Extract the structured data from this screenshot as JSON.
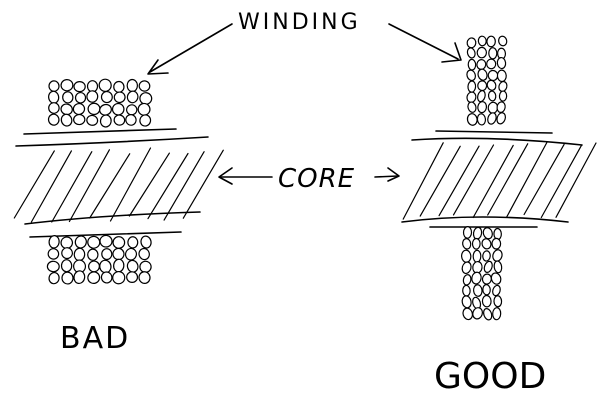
{
  "diagram": {
    "type": "hand-drawn comparison",
    "labels": {
      "winding": "WINDING",
      "core": "CORE",
      "bad": "BAD",
      "good": "GOOD"
    },
    "panels": [
      {
        "name": "bad",
        "caption": "BAD",
        "winding_shape": "wide and short",
        "winding_rows_above_core": 4,
        "winding_cols_above_core": 8,
        "winding_rows_below_core": 4,
        "winding_cols_below_core": 8
      },
      {
        "name": "good",
        "caption": "GOOD",
        "winding_shape": "narrow and tall",
        "winding_rows_above_core": 8,
        "winding_cols_above_core": 4,
        "winding_rows_below_core": 8,
        "winding_cols_below_core": 4
      }
    ],
    "arrows": [
      {
        "from": "WINDING",
        "to": "bad winding"
      },
      {
        "from": "WINDING",
        "to": "good winding"
      },
      {
        "from": "CORE",
        "to": "bad core"
      },
      {
        "from": "CORE",
        "to": "good core"
      }
    ],
    "colors": {
      "ink": "#000000",
      "background": "#ffffff"
    }
  }
}
